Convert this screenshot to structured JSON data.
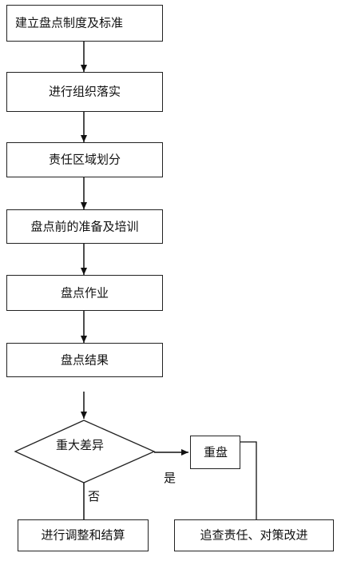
{
  "steps": [
    "建立盘点制度及标准",
    "进行组织落实",
    "责任区域划分",
    "盘点前的准备及培训",
    "盘点作业",
    "盘点结果"
  ],
  "decision": "重大差异",
  "yes_label": "是",
  "no_label": "否",
  "recount": "重盘",
  "adjust": "进行调整和结算",
  "accountability": "追查责任、对策改进"
}
